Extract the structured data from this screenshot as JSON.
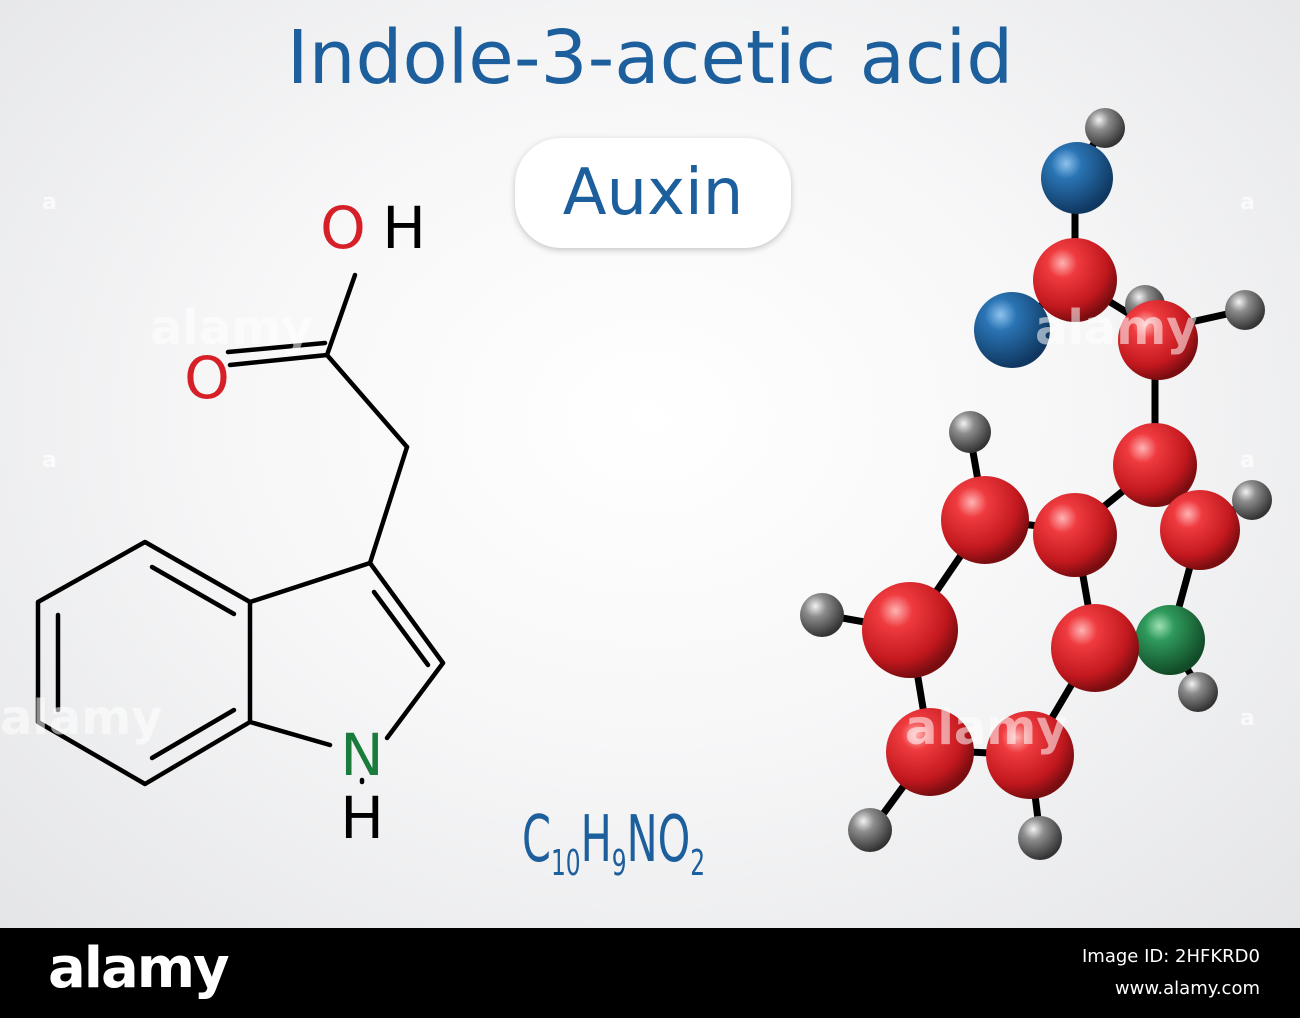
{
  "title": "Indole-3-acetic acid",
  "subtitle": "Auxin",
  "formula": {
    "parts": [
      {
        "text": "C",
        "sub": "10"
      },
      {
        "text": "H",
        "sub": "9"
      },
      {
        "text": "NO",
        "sub": "2"
      }
    ]
  },
  "structure": {
    "labels": {
      "hydroxyl_o": "O",
      "hydroxyl_h": "H",
      "carbonyl_o": "O",
      "nitrogen": "N",
      "nitrogen_h": "H"
    }
  },
  "colors": {
    "title": "#1c5f9c",
    "oxygen_label": "#d71f27",
    "nitrogen_label": "#1a7b3c",
    "bond": "#000000",
    "carbon_atom": "#d9262c",
    "oxygen_atom": "#1c5f9c",
    "nitrogen_atom": "#2e8b57",
    "hydrogen_atom": "#7a7a7a"
  },
  "watermark": {
    "text": "alamy",
    "small_mark": "a"
  },
  "footer": {
    "logo": "alamy",
    "image_id": "Image ID: 2HFKRD0",
    "url": "www.alamy.com"
  }
}
